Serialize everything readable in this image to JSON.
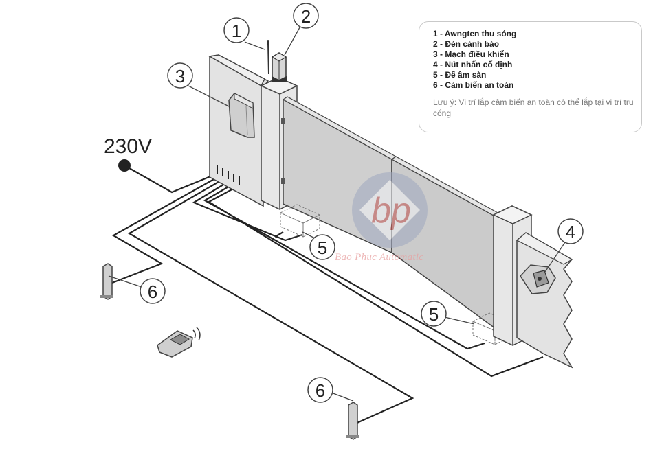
{
  "legend": {
    "items": [
      "1 - Awngten thu sóng",
      "2 - Đèn cảnh báo",
      "3 - Mạch điều khiển",
      "4 - Nút nhấn cố định",
      "5 - Đế âm sàn",
      "6 - Cảm biến an toàn"
    ],
    "note": "Lưu ý: Vị trí lắp cảm biến an toàn cô thể lắp tại vị trí trụ cổng"
  },
  "power_label": "230V",
  "callouts": {
    "antenna": "1",
    "warning_light": "2",
    "control_board": "3",
    "push_button": "4",
    "floor_base_1": "5",
    "floor_base_2": "5",
    "safety_sensor_left": "6",
    "safety_sensor_bottom": "6"
  },
  "watermark": {
    "logo_text": "bp",
    "brand": "Bao Phuc Automatic",
    "color": "#c0504d"
  },
  "colors": {
    "wall": "#e3e3e3",
    "gate_panel": "#cfcfcf",
    "outline": "#444444",
    "wire": "#222222"
  },
  "icons": [
    "antenna-icon",
    "warning-lamp-icon",
    "control-box-icon",
    "push-button-icon",
    "remote-control-icon",
    "sensor-post-icon"
  ]
}
